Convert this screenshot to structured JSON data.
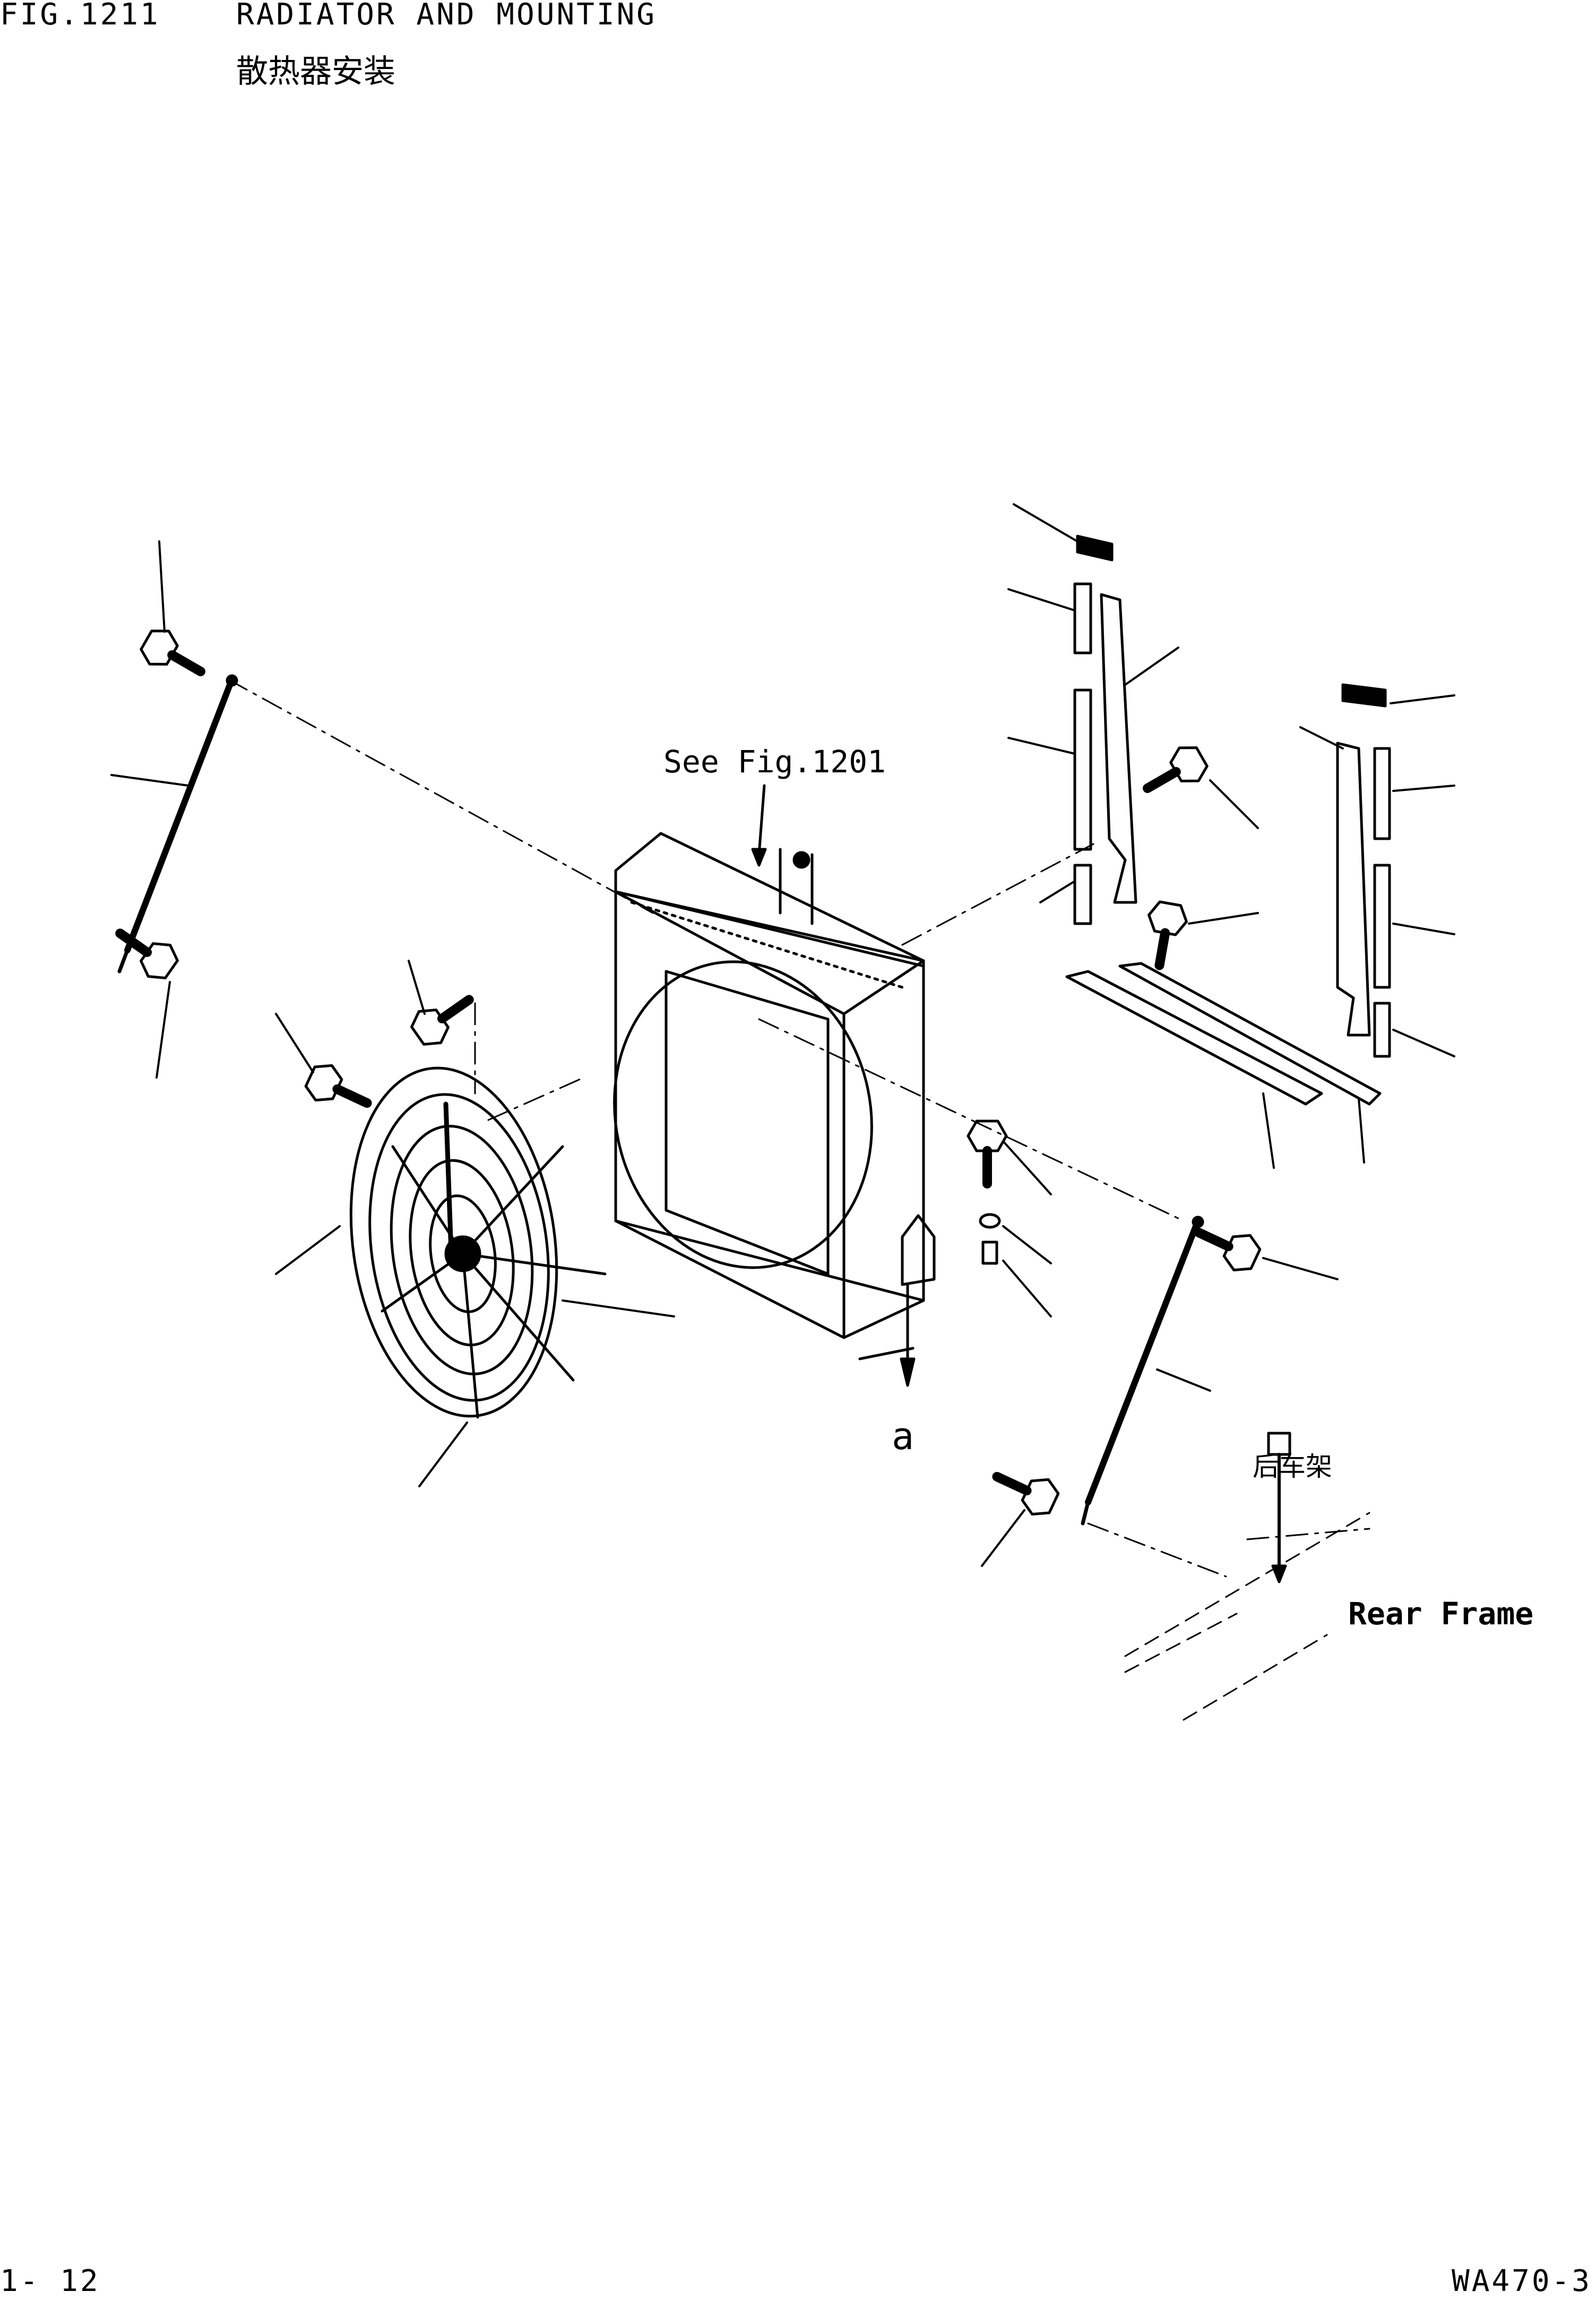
{
  "header": {
    "figure_number": "FIG.1211",
    "title": "RADIATOR AND MOUNTING",
    "title_cn": "散热器安装"
  },
  "diagram": {
    "see_reference": "See Fig.1201",
    "rear_frame_cn": "后车架",
    "rear_frame": "Rear Frame",
    "marker": "a"
  },
  "footer": {
    "page": "1- 12",
    "model": "WA470-3"
  }
}
